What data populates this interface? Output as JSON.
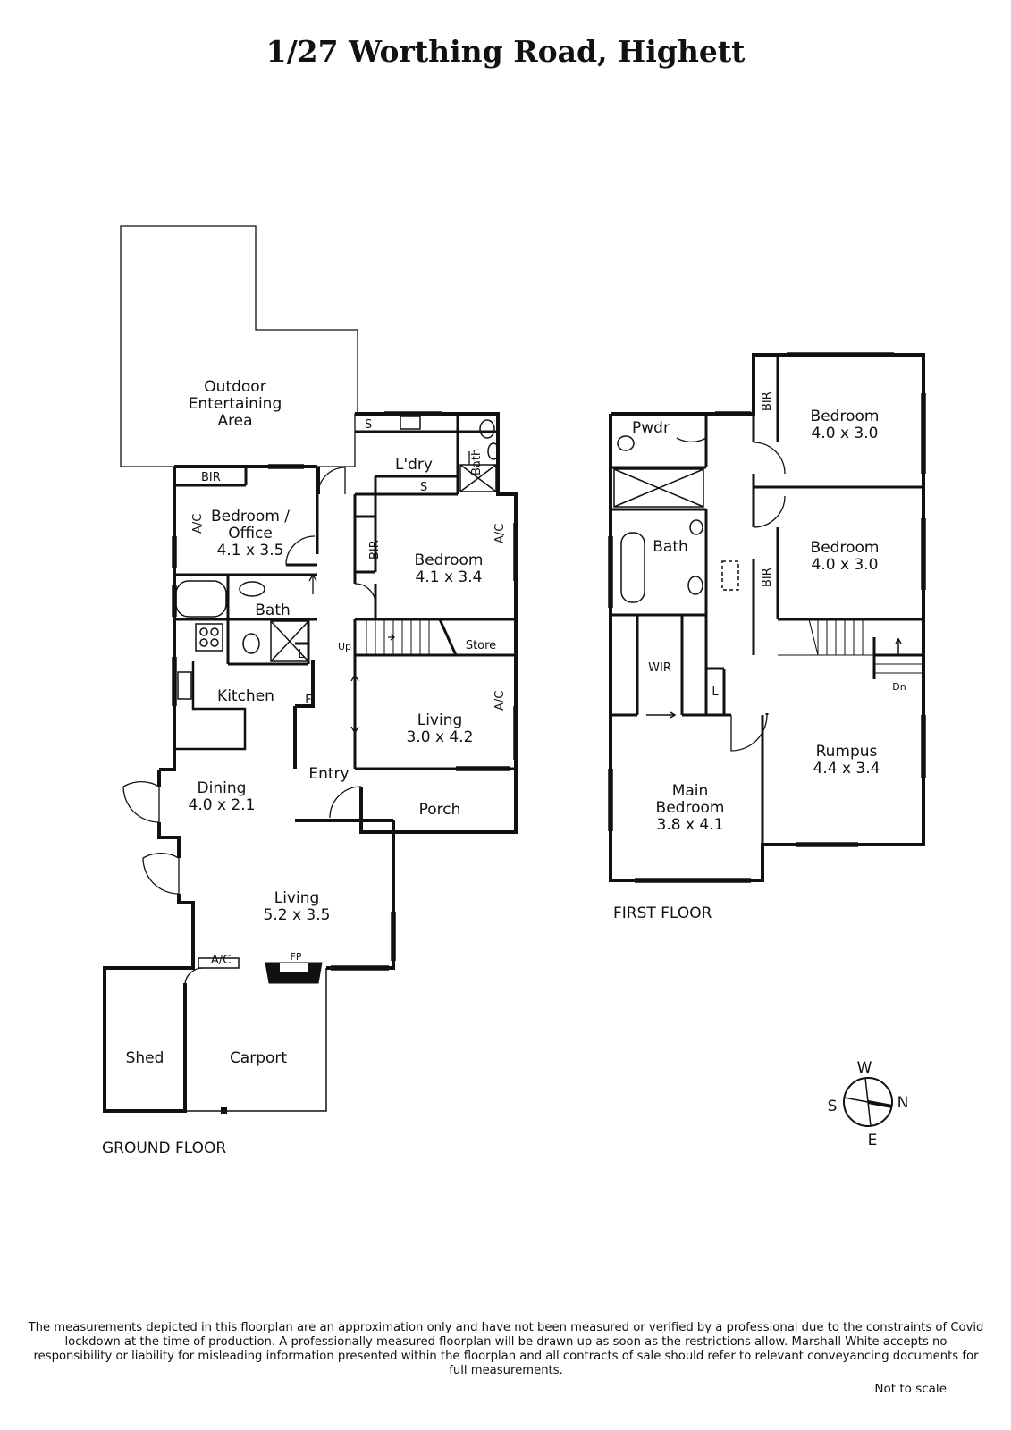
{
  "title": "1/27 Worthing Road, Highett",
  "ground_floor": {
    "label": "GROUND FLOOR",
    "outdoor": [
      "Outdoor",
      "Entertaining",
      "Area"
    ],
    "laundry": "L'dry",
    "laundry_sink": "S",
    "laundry_s2": "S",
    "small_bath": "Bath",
    "bir_office": "BIR",
    "ac_office": "A/C",
    "office": [
      "Bedroom /",
      "Office",
      "4.1 x 3.5"
    ],
    "bir_bedroom": "BIR",
    "ac_bedroom": "A/C",
    "bedroom": [
      "Bedroom",
      "4.1 x 3.4"
    ],
    "bath": "Bath",
    "kitchen": "Kitchen",
    "linen": "L",
    "fridge": "F",
    "up": "Up",
    "store": "Store",
    "ac_living": "A/C",
    "living_front": [
      "Living",
      "3.0 x 4.2"
    ],
    "entry": "Entry",
    "dining": [
      "Dining",
      "4.0 x 2.1"
    ],
    "porch": "Porch",
    "living": [
      "Living",
      "5.2 x 3.5"
    ],
    "ac_living2": "A/C",
    "fp": "FP",
    "shed": "Shed",
    "carport": "Carport"
  },
  "first_floor": {
    "label": "FIRST FLOOR",
    "pwdr": "Pwdr",
    "bath": "Bath",
    "wir": "WIR",
    "linen": "L",
    "bedroom1": [
      "Bedroom",
      "4.0 x 3.0"
    ],
    "bir1": "BIR",
    "bedroom2": [
      "Bedroom",
      "4.0 x 3.0"
    ],
    "bir2": "BIR",
    "dn": "Dn",
    "rumpus": [
      "Rumpus",
      "4.4 x 3.4"
    ],
    "main_bedroom": [
      "Main",
      "Bedroom",
      "3.8 x 4.1"
    ]
  },
  "compass": {
    "w": "W",
    "n": "N",
    "s": "S",
    "e": "E"
  },
  "disclaimer": "The measurements depicted in this floorplan are an approximation only and have not been measured or verified by a professional due to the constraints of Covid lockdown at the time of production. A professionally measured floorplan will be drawn up as soon as the restrictions allow. Marshall White accepts no responsibility or liability for misleading information presented within the floorplan and all contracts of sale should refer to relevant conveyancing documents for full measurements.",
  "scale_note": "Not to scale"
}
